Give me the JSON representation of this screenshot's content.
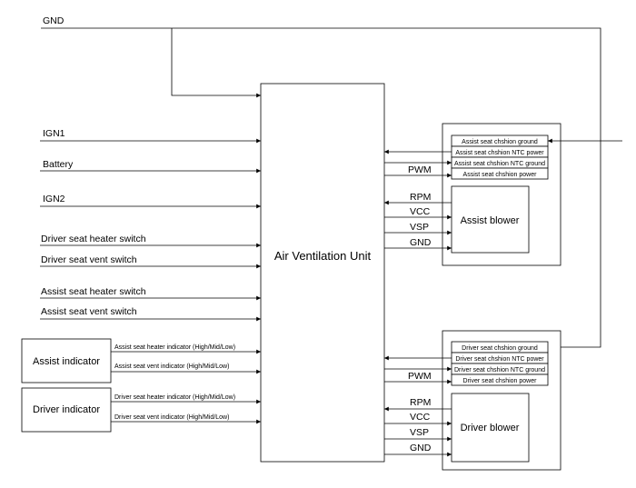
{
  "gnd": "GND",
  "unit": "Air Ventilation Unit",
  "inputs": {
    "ign1": "IGN1",
    "battery": "Battery",
    "ign2": "IGN2",
    "driver_heater": "Driver seat heater switch",
    "driver_vent": "Driver seat vent switch",
    "assist_heater": "Assist seat heater switch",
    "assist_vent": "Assist seat vent switch"
  },
  "indicators": {
    "assist": {
      "label": "Assist indicator",
      "heater": "Assist seat heater indicator (High/Mid/Low)",
      "vent": "Assist seat vent indicator (High/Mid/Low)"
    },
    "driver": {
      "label": "Driver indicator",
      "heater": "Driver seat heater indicator (High/Mid/Low)",
      "vent": "Driver seat vent indicator (High/Mid/Low)"
    }
  },
  "assist_module": {
    "cushion": [
      "Assist seat chshion ground",
      "Assist seat chshion NTC power",
      "Assist seat chshion NTC ground",
      "Assist seat chshion power"
    ],
    "pwm": "PWM",
    "blower": "Assist blower",
    "signals": [
      "RPM",
      "VCC",
      "VSP",
      "GND"
    ]
  },
  "driver_module": {
    "cushion": [
      "Driver seat chshion ground",
      "Driver seat chshion NTC power",
      "Driver seat chshion NTC ground",
      "Driver seat chshion power"
    ],
    "pwm": "PWM",
    "blower": "Driver blower",
    "signals": [
      "RPM",
      "VCC",
      "VSP",
      "GND"
    ]
  }
}
